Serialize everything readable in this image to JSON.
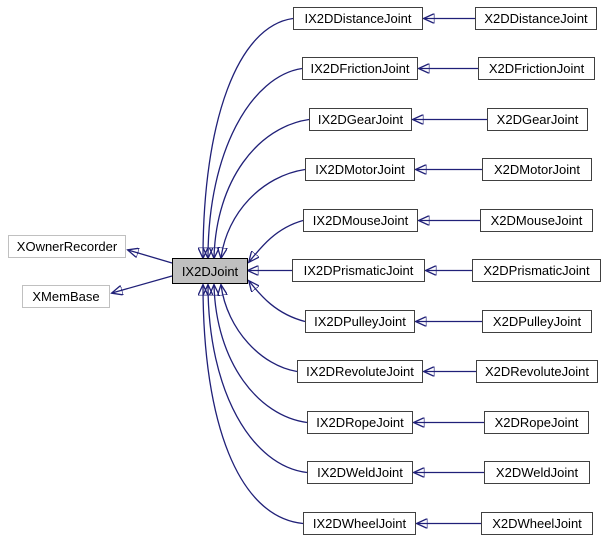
{
  "diagram": {
    "type": "inheritance-graph",
    "center_node": {
      "label": "IX2DJoint"
    },
    "base_nodes": [
      {
        "label": "XOwnerRecorder"
      },
      {
        "label": "XMemBase"
      }
    ],
    "rows": [
      {
        "interface": "IX2DDistanceJoint",
        "impl": "X2DDistanceJoint"
      },
      {
        "interface": "IX2DFrictionJoint",
        "impl": "X2DFrictionJoint"
      },
      {
        "interface": "IX2DGearJoint",
        "impl": "X2DGearJoint"
      },
      {
        "interface": "IX2DMotorJoint",
        "impl": "X2DMotorJoint"
      },
      {
        "interface": "IX2DMouseJoint",
        "impl": "X2DMouseJoint"
      },
      {
        "interface": "IX2DPrismaticJoint",
        "impl": "X2DPrismaticJoint"
      },
      {
        "interface": "IX2DPulleyJoint",
        "impl": "X2DPulleyJoint"
      },
      {
        "interface": "IX2DRevoluteJoint",
        "impl": "X2DRevoluteJoint"
      },
      {
        "interface": "IX2DRopeJoint",
        "impl": "X2DRopeJoint"
      },
      {
        "interface": "IX2DWeldJoint",
        "impl": "X2DWeldJoint"
      },
      {
        "interface": "IX2DWheelJoint",
        "impl": "X2DWheelJoint"
      }
    ],
    "colors": {
      "edge": "#202078",
      "node_border": "#404040",
      "node_fill": "#ffffff",
      "current_node_fill": "#c0c0c0",
      "current_node_border": "#000000",
      "external_node_border": "#c0c0c0",
      "text": "#000000"
    }
  }
}
